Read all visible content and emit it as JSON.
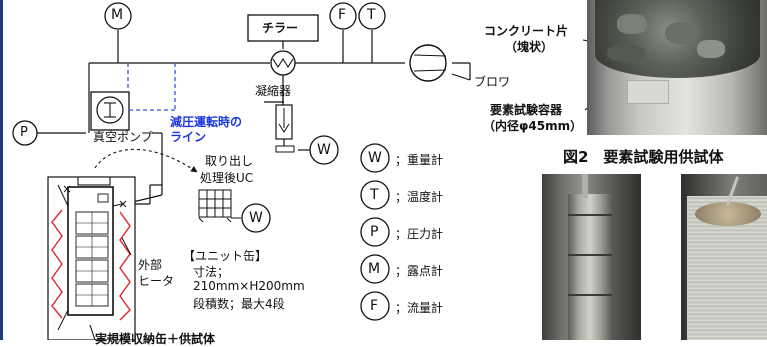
{
  "instruments": {
    "top_left": "M",
    "top_mid": "F",
    "top_right": "T",
    "left": "P",
    "w_condenser": "W",
    "w_processed": "W"
  },
  "labels": {
    "chiller": "チラー",
    "condenser": "凝縮器",
    "blower": "ブロワ",
    "vacuum_pump": "真空ポンプ",
    "reduced_pressure_line_1": "減圧運転時の",
    "reduced_pressure_line_2": "ライン",
    "takeout": "取り出し",
    "processed_uc": "処理後UC",
    "unit_can_title": "【ユニット缶】",
    "unit_can_size_label": "寸法；",
    "unit_can_size": "210mm×H200mm",
    "unit_can_stages": "段積数；最大4段",
    "heater_1": "外部",
    "heater_2": "ヒータ",
    "bottom_cut": "実規模収納缶＋供試体"
  },
  "legend": [
    {
      "symbol": "W",
      "text": "；重量計"
    },
    {
      "symbol": "T",
      "text": "；温度計"
    },
    {
      "symbol": "P",
      "text": "；圧力計"
    },
    {
      "symbol": "M",
      "text": "；露点計"
    },
    {
      "symbol": "F",
      "text": "；流量計"
    }
  ],
  "photo": {
    "concrete_label_1": "コンクリート片",
    "concrete_label_2": "（塊状）",
    "container_label_1": "要素試験容器",
    "container_label_2": "（内径φ45mm）"
  },
  "figure_caption": "図2　要素試験用供試体",
  "colors": {
    "blue_line": "#3355dd",
    "heater_red": "#e0262b",
    "caption_blue": "#1a35e0",
    "frame_border": "#1f3b80"
  }
}
